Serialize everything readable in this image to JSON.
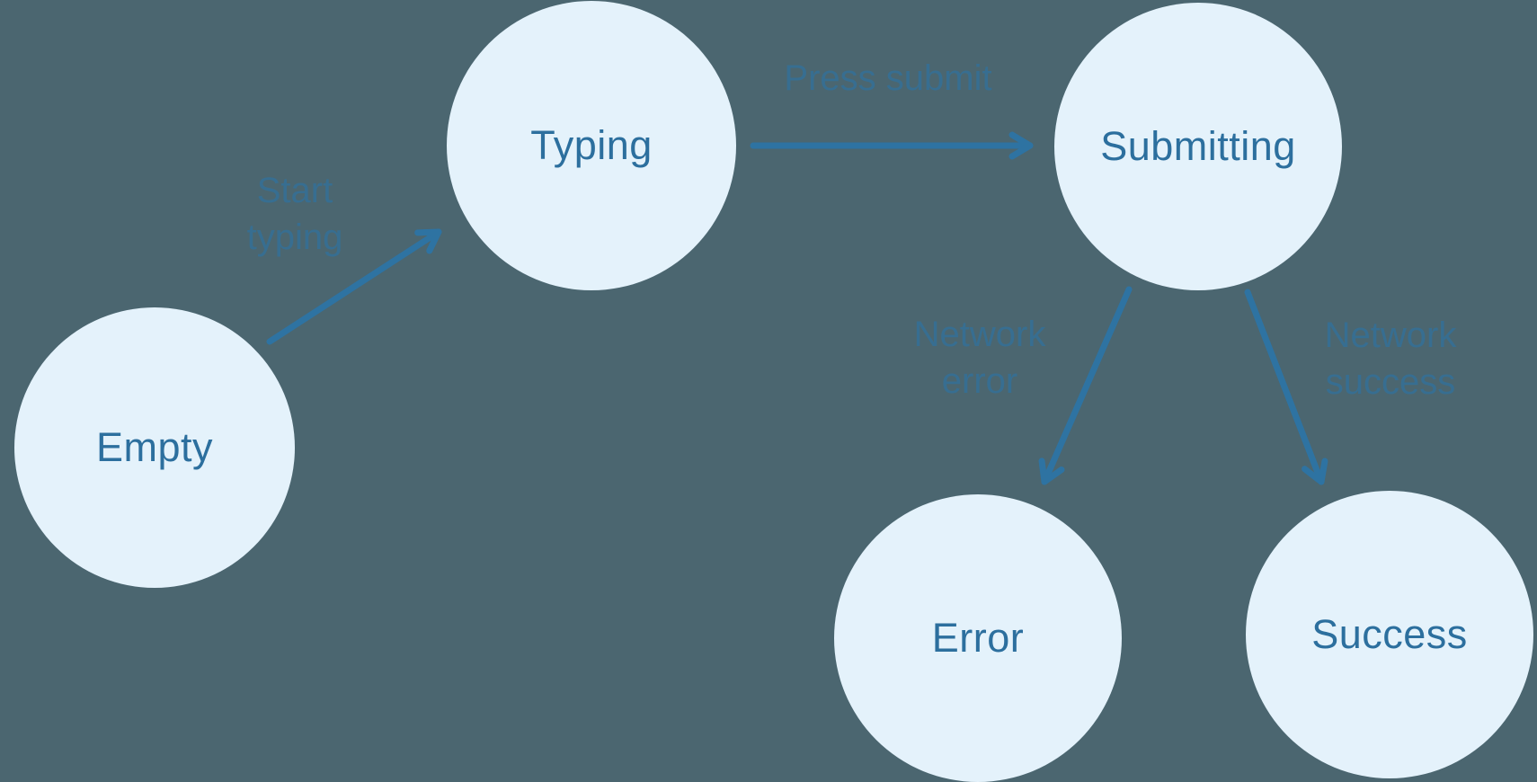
{
  "diagram": {
    "type": "state-machine",
    "nodes": [
      {
        "id": "empty",
        "label": "Empty"
      },
      {
        "id": "typing",
        "label": "Typing"
      },
      {
        "id": "submitting",
        "label": "Submitting"
      },
      {
        "id": "error",
        "label": "Error"
      },
      {
        "id": "success",
        "label": "Success"
      }
    ],
    "edges": [
      {
        "from": "empty",
        "to": "typing",
        "label": "Start typing",
        "label_lines": [
          "Start",
          "typing"
        ]
      },
      {
        "from": "typing",
        "to": "submitting",
        "label": "Press submit",
        "label_lines": [
          "Press submit",
          ""
        ]
      },
      {
        "from": "submitting",
        "to": "error",
        "label": "Network error",
        "label_lines": [
          "Network",
          "error"
        ]
      },
      {
        "from": "submitting",
        "to": "success",
        "label": "Network success",
        "label_lines": [
          "Network",
          "success"
        ]
      }
    ],
    "colors": {
      "background": "#4B6670",
      "node_fill": "#E4F2FB",
      "node_text": "#2C6F9E",
      "arrow": "#2E73A2",
      "edge_label": "#2E73A2"
    }
  }
}
